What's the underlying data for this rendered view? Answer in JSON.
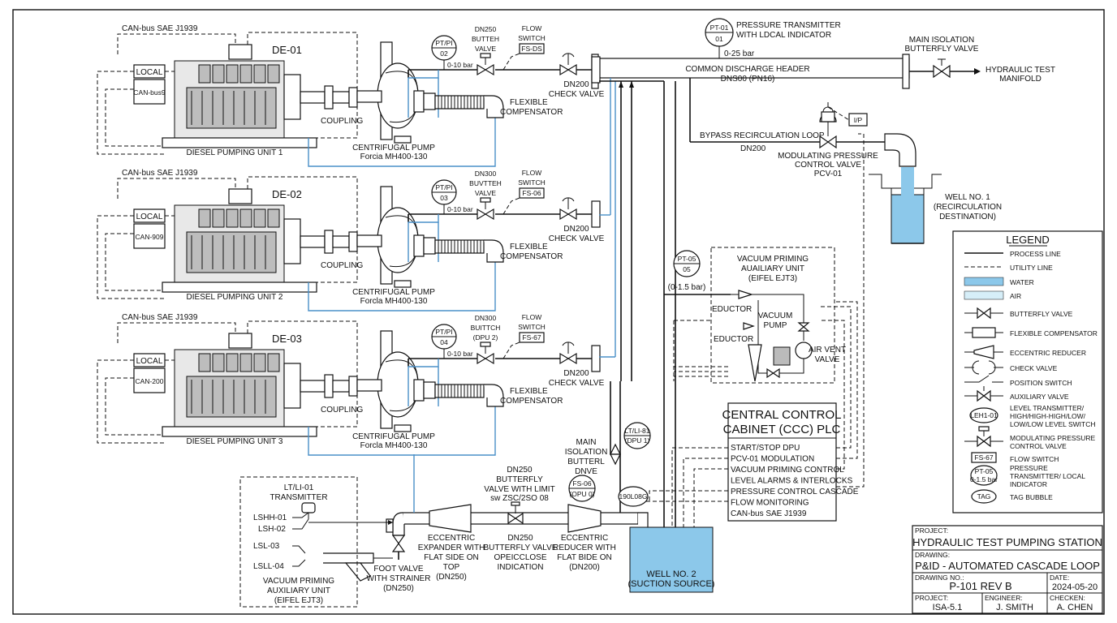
{
  "units": [
    {
      "tag": "DE-01",
      "canbus": "CAN-bus SAE J1939",
      "local": "LOCAL",
      "canbus_short": "CAN-bus9",
      "coupling": "COUPLING",
      "name": "DIESEL PUMPING UNIT 1",
      "pump_label": "CENTRIFUGAL PUMP",
      "pump_model": "Forcia MH400-130",
      "pt_tag_a": "PT/PI",
      "pt_tag_b": "02",
      "pt_range": "0-10 bar",
      "valve_l1": "DN250",
      "valve_l2": "BUTTEH",
      "valve_l3": "VALVE",
      "fs_l1": "FLOW",
      "fs_l2": "SWITCH",
      "fs_tag": "FS-DS",
      "check_l1": "DN200",
      "check_l2": "CHECK VALVE",
      "comp_l1": "FLEXIBLE",
      "comp_l2": "COMPENSATOR"
    },
    {
      "tag": "DE-02",
      "canbus": "CAN-bus SAE J1939",
      "local": "LOCAL",
      "canbus_short": "CAN-909",
      "coupling": "COUPLING",
      "name": "DIESEL PUMPING UNIT 2",
      "pump_label": "CENTRIFUGAL PUMP",
      "pump_model": "Forcla MH400-130",
      "pt_tag_a": "PT/PI",
      "pt_tag_b": "03",
      "pt_range": "0-10 bar",
      "valve_l1": "DN300",
      "valve_l2": "BUVTTEH",
      "valve_l3": "VALVE",
      "fs_l1": "FLOW",
      "fs_l2": "SWITCH",
      "fs_tag": "FS-06",
      "check_l1": "DN200",
      "check_l2": "CHECK VALVE",
      "comp_l1": "FLEXIBLE",
      "comp_l2": "COMPENSATOR"
    },
    {
      "tag": "DE-03",
      "canbus": "CAN-bus SAE J1939",
      "local": "LOCAL",
      "canbus_short": "CAN-200",
      "coupling": "COUPLING",
      "name": "DIESEL PUMPING UNIT 3",
      "pump_label": "CENTRIFUGAL PUMP",
      "pump_model": "Forcla MH400-130",
      "pt_tag_a": "PT/PI",
      "pt_tag_b": "04",
      "pt_range": "0-10 bar",
      "valve_l1": "DN300",
      "valve_l2": "BUITTCH",
      "valve_l3": "(DPU 2)",
      "fs_l1": "FLOW",
      "fs_l2": "SWITCH",
      "fs_tag": "FS-67",
      "check_l1": "DN200",
      "check_l2": "CHECK VALVE",
      "comp_l1": "FLEXIBLE",
      "comp_l2": "COMPENSATOR"
    }
  ],
  "header": {
    "pt_tag_a": "PT-01",
    "pt_tag_b": "01",
    "pt_desc_1": "PRESSURE TRANSMITTER",
    "pt_desc_2": "WITH LDCAL INDICATOR",
    "pt_range": "0-25 bar",
    "line_1": "COMMON DISCHARGE HEADER",
    "line_2": "DNS00 (PN16)",
    "iso_1": "MAIN ISOLATION",
    "iso_2": "BUTTERFLY VALVE",
    "dest_1": "HYDRAULIC TEST",
    "dest_2": "MANIFOLD"
  },
  "bypass": {
    "line_1": "BYPASS RECIRCULATION LOOP",
    "line_2": "DN200",
    "ip": "I/P",
    "valve_1": "MODULATING PRESSURE",
    "valve_2": "CONTROL VALVE",
    "valve_3": "PCV-01"
  },
  "well1": {
    "line_1": "WELL NO. 1",
    "line_2": "(RECIRCULATION",
    "line_3": "DESTINATION)"
  },
  "vacuum_unit": {
    "pt_tag_a": "PT-05",
    "pt_tag_b": "05",
    "pt_range": "(0-1.5 bar)",
    "title_1": "VACUUM PRIMING",
    "title_2": "AUAILIARY UNIT",
    "title_3": "(EIFEL EJT3)",
    "eductor_1": "EDUCTOR",
    "eductor_2": "EDUCTOR",
    "pump_1": "VACUUM",
    "pump_2": "PUMP",
    "vent_1": "AIR VENT",
    "vent_2": "VALVE"
  },
  "ccc": {
    "title_1": "CENTRAL CONTROL",
    "title_2": "CABINET (CCC) PLC",
    "items": [
      "START/STOP DPU",
      "PCV-01 MODULATION",
      "VACUUM PRIMING CONTROL",
      "LEVEL ALARMS & INTERLOCKS",
      "PRESSURE CONTROL CASCADE",
      "FLOW MONITORING",
      "CAN-bus SAE J1939"
    ]
  },
  "suction": {
    "main_iso_1": "MAIN",
    "main_iso_2": "ISOLATION",
    "main_iso_3": "BUTTERL",
    "main_iso_4": "DNVE",
    "lt_tag_a": "LT/LI-81",
    "lt_tag_b": "(DPU 1)",
    "fs_tag_a": "FS-06",
    "fs_tag_b": "(OPU 0)",
    "tag_bubble": "190L08G",
    "bfv_1": "DN250",
    "bfv_2": "BUTTERFLY",
    "bfv_3": "VALVE WITH LIMIT",
    "bfv_4": "sw ZSC/2SO 08",
    "ecc_exp_1": "ECCENTRIC",
    "ecc_exp_2": "EXPANDER WITH",
    "ecc_exp_3": "FLAT SIDE ON",
    "ecc_exp_4": "TOP",
    "ecc_exp_5": "(DN250)",
    "dn250_1": "DN250",
    "dn250_2": "BUTTERFLY VALVE",
    "dn250_3": "OPEICCLOSE",
    "dn250_4": "INDICATION",
    "ecc_red_1": "ECCENTRIC",
    "ecc_red_2": "REDUCER WITH",
    "ecc_red_3": "FLAT BIDE ON",
    "ecc_red_4": "(DN200)",
    "foot_1": "FOOT VALVE",
    "foot_2": "WITH STRAINER",
    "foot_3": "(DN250)",
    "well2_1": "WELL NO. 2",
    "well2_2": "(SUCTION SOURCE)"
  },
  "lt_box": {
    "title_1": "LT/LI-01",
    "title_2": "TRANSMITTER",
    "sw": [
      "LSHH-01",
      "LSH-02",
      "LSL-03",
      "LSLL-04"
    ],
    "foot_1": "VACUUM PRIMING",
    "foot_2": "AUXILIARY UNIT",
    "foot_3": "(EIFEL EJT3)"
  },
  "legend": {
    "title": "LEGEND",
    "items": [
      "PROCESS LINE",
      "UTILITY LINE",
      "WATER",
      "AIR",
      "BUTTERFLY VALVE",
      "FLEXIBLE COMPENSATOR",
      "ECCENTRIC REDUCER",
      "CHECK VALVE",
      "POSITION SWITCH",
      "AUXILIARY VALVE",
      "LEVEL TRANSMITTER/ HIGH/HIGH-HIGH/LOW/ LOW/LOW LEVEL SWITCH",
      "MODULATING PRESSURE CONTROL VALVE",
      "FLOW SWITCH",
      "PRESSURE TRANSMITTER/ LOCAL INDICATOR",
      "TAG BUBBLE"
    ],
    "sym_lt": "LEH1-01",
    "sym_fs": "FS-67",
    "sym_pt_a": "PT-05",
    "sym_pt_b": "0-1.5 bar",
    "sym_tag": "TAG"
  },
  "title_block": {
    "project_label": "PROJECT:",
    "project": "HYDRAULIC TEST PUMPING STATION",
    "drawing_label": "DRAWING:",
    "drawing": "P&ID - AUTOMATED CASCADE LOOP",
    "dno_label": "DRAWING NO.:",
    "dno": "P-101 REV B",
    "date_label": "DATE:",
    "date": "2024-05-20",
    "proj2_label": "PROJECT:",
    "proj2": "ISA-5.1",
    "eng_label": "ENGINEER:",
    "eng": "J. SMITH",
    "chk_label": "CHECKEN:",
    "chk": "A. CHEN"
  },
  "colors": {
    "water": "#8cc8ea",
    "water_line": "#4a90c8",
    "ink": "#111111"
  }
}
